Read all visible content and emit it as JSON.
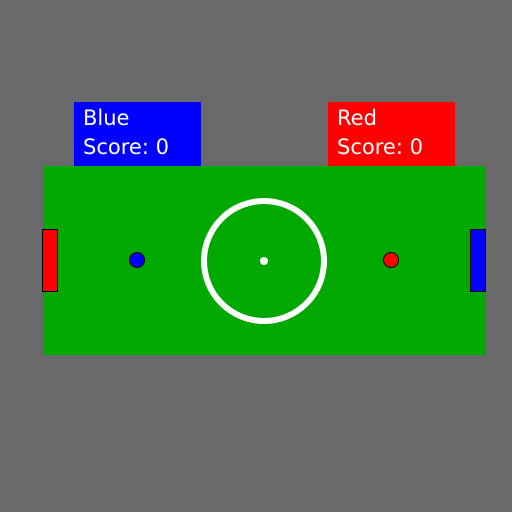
{
  "teams": {
    "blue": {
      "name": "Blue",
      "score_text": "Score: 0",
      "color": "#0000ff"
    },
    "red": {
      "name": "Red",
      "score_text": "Score: 0",
      "color": "#ff0000"
    }
  },
  "field": {
    "background_color": "#696969",
    "pitch_color": "#00a800",
    "line_color": "#ffffff"
  },
  "goals": {
    "left_color": "#ff0000",
    "right_color": "#0000ff"
  }
}
